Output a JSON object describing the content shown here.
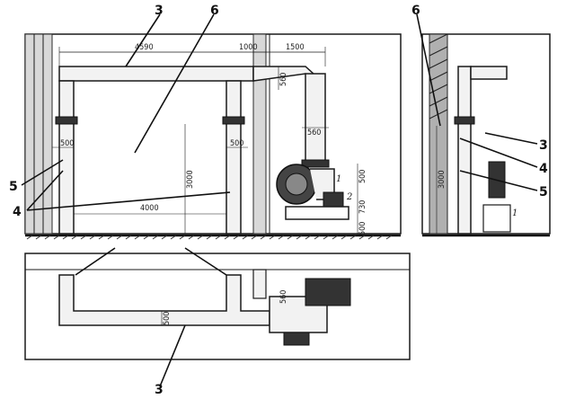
{
  "callouts": {
    "c3_top": "3",
    "c6_main": "6",
    "c6_side": "6",
    "c5_left": "5",
    "c4_left": "4",
    "c3_side": "3",
    "c4_side": "4",
    "c5_side": "5",
    "c3_bottom": "3"
  },
  "dimensions": {
    "d4590": "4590",
    "d1000": "1000",
    "d1500": "1500",
    "d560_top": "560",
    "d560_mid": "560",
    "d500_left": "500",
    "d500_right": "500",
    "d3000_main": "3000",
    "d4000": "4000",
    "d500_fan": "500",
    "d730": "730",
    "d500_floor": "500",
    "d3000_side": "3000",
    "d500_plan": "500",
    "d560_plan": "560"
  },
  "annotations": {
    "a1_fan": "1",
    "a2_motor": "2",
    "a1_side": "1"
  }
}
